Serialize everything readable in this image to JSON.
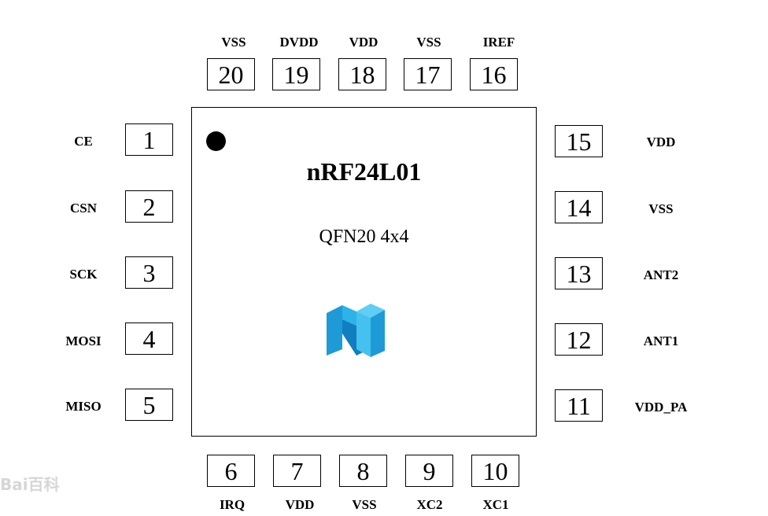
{
  "chip": {
    "name": "nRF24L01",
    "package": "QFN20 4x4",
    "logo": "nordic-semiconductor-logo"
  },
  "pins": {
    "top": [
      {
        "num": "20",
        "label": "VSS"
      },
      {
        "num": "19",
        "label": "DVDD"
      },
      {
        "num": "18",
        "label": "VDD"
      },
      {
        "num": "17",
        "label": "VSS"
      },
      {
        "num": "16",
        "label": "IREF"
      }
    ],
    "left": [
      {
        "num": "1",
        "label": "CE"
      },
      {
        "num": "2",
        "label": "CSN"
      },
      {
        "num": "3",
        "label": "SCK"
      },
      {
        "num": "4",
        "label": "MOSI"
      },
      {
        "num": "5",
        "label": "MISO"
      }
    ],
    "right": [
      {
        "num": "15",
        "label": "VDD"
      },
      {
        "num": "14",
        "label": "VSS"
      },
      {
        "num": "13",
        "label": "ANT2"
      },
      {
        "num": "12",
        "label": "ANT1"
      },
      {
        "num": "11",
        "label": "VDD_PA"
      }
    ],
    "bottom": [
      {
        "num": "6",
        "label": "IRQ"
      },
      {
        "num": "7",
        "label": "VDD"
      },
      {
        "num": "8",
        "label": "VSS"
      },
      {
        "num": "9",
        "label": "XC2"
      },
      {
        "num": "10",
        "label": "XC1"
      }
    ]
  },
  "watermark": "Bai百科"
}
